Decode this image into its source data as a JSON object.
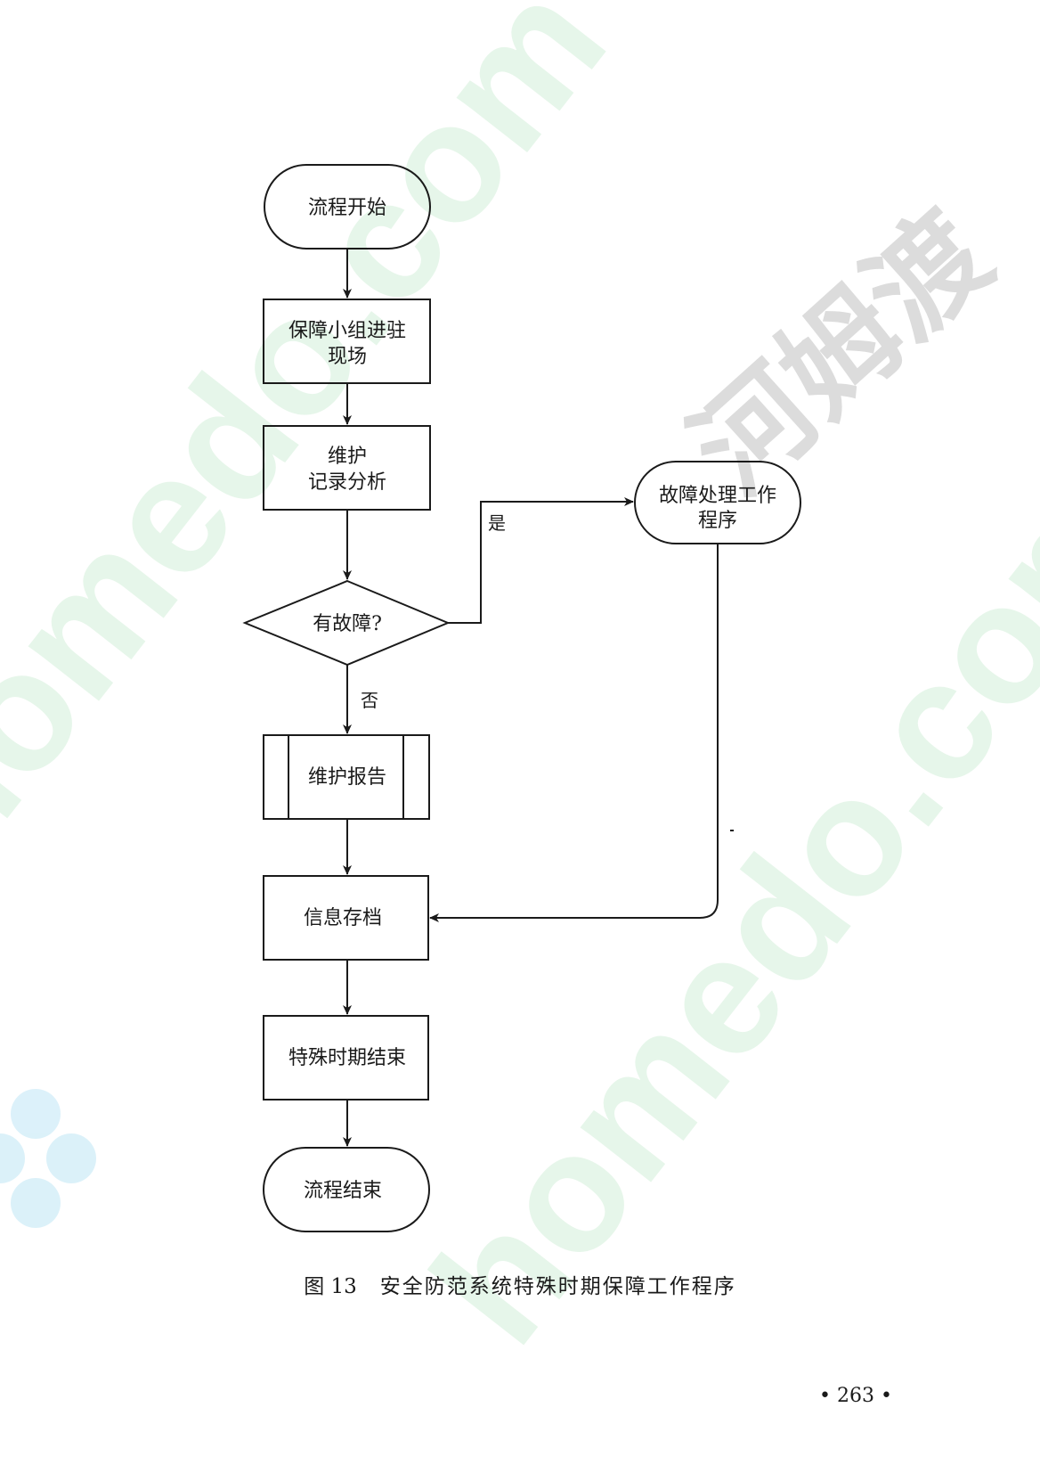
{
  "nodes": {
    "start": "流程开始",
    "team_line1": "保障小组进驻",
    "team_line2": "现场",
    "maint_line1": "维护",
    "maint_line2": "记录分析",
    "decision": "有故障?",
    "fault_line1": "故障处理工作",
    "fault_line2": "程序",
    "report": "维护报告",
    "archive": "信息存档",
    "period_end": "特殊时期结束",
    "end": "流程结束"
  },
  "edges": {
    "yes_label": "是",
    "no_label": "否"
  },
  "caption": {
    "figure_number": "图 13",
    "title": "安全防范系统特殊时期保障工作程序"
  },
  "page": {
    "number": "• 263 •"
  },
  "watermark": {
    "text": "homedo.com",
    "brand": "河姆渡",
    "color": "#dff4e4",
    "brand_color": "#d8d8d8"
  },
  "colors": {
    "line": "#1a1a1a",
    "background": "#ffffff"
  }
}
